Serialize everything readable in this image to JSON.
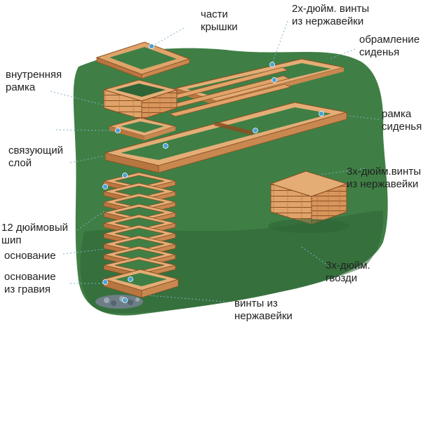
{
  "colors": {
    "lawn": "#3f7f45",
    "lawn_dark": "#2f6436",
    "wood": "#e0a46a",
    "wood_dark": "#b87640",
    "wood_edge": "#8a4f22",
    "screw": "#4aa3d9",
    "gravel": "#6d7e86",
    "label_text": "#222222",
    "leader": "#7fb0c8"
  },
  "labels": {
    "lid_parts": [
      "части",
      "крышки"
    ],
    "screws_2in": [
      "2х-дюйм. винты",
      "из нержавейки"
    ],
    "seat_trim": [
      "обрамление",
      "сиденья"
    ],
    "inner_frame": [
      "внутренняя",
      "рамка"
    ],
    "seat_frame": [
      "рамка",
      "сиденья"
    ],
    "tie_layer": [
      "связующий",
      "слой"
    ],
    "screws_3in": [
      "3х-дюйм.винты",
      "из нержавейки"
    ],
    "tenon_12in": [
      "12 дюймовый",
      "шип"
    ],
    "base": [
      "основание"
    ],
    "gravel_base": [
      "основание",
      "из гравия"
    ],
    "nails_3in": [
      "3х-дюйм.",
      "гвозди"
    ],
    "ss_screws": [
      "винты из",
      "нержавейки"
    ]
  }
}
